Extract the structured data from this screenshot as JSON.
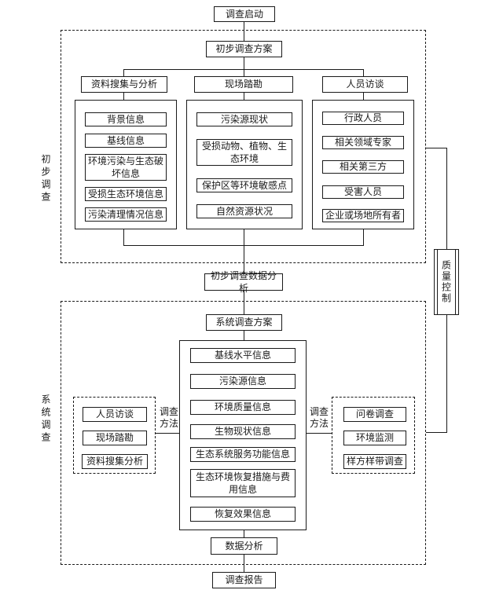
{
  "flow": {
    "start": "调查启动",
    "preliminary": {
      "side_label": "初步调查",
      "plan": "初步调查方案",
      "branches": [
        {
          "header": "资料搜集与分析",
          "items": [
            "背景信息",
            "基线信息",
            "环境污染与生态破坏信息",
            "受损生态环境信息",
            "污染清理情况信息"
          ]
        },
        {
          "header": "现场踏勘",
          "items": [
            "污染源现状",
            "受损动物、植物、生态环境",
            "保护区等环境敏感点",
            "自然资源状况"
          ]
        },
        {
          "header": "人员访谈",
          "items": [
            "行政人员",
            "相关领域专家",
            "相关第三方",
            "受害人员",
            "企业或场地所有者"
          ]
        }
      ],
      "data_analysis": "初步调查数据分析"
    },
    "systematic": {
      "side_label": "系统调查",
      "plan": "系统调查方案",
      "info_items": [
        "基线水平信息",
        "污染源信息",
        "环境质量信息",
        "生物现状信息",
        "生态系统服务功能信息",
        "生态环境恢复措施与费用信息",
        "恢复效果信息"
      ],
      "left_methods": {
        "label": "调查方法",
        "items": [
          "人员访谈",
          "现场踏勘",
          "资料搜集分析"
        ]
      },
      "right_methods": {
        "label": "调查方法",
        "items": [
          "问卷调查",
          "环境监测",
          "样方样带调查"
        ]
      },
      "data_analysis": "数据分析"
    },
    "quality_control": "质量控制",
    "report": "调查报告",
    "colors": {
      "line": "#1a1a1a",
      "background": "#ffffff"
    }
  }
}
